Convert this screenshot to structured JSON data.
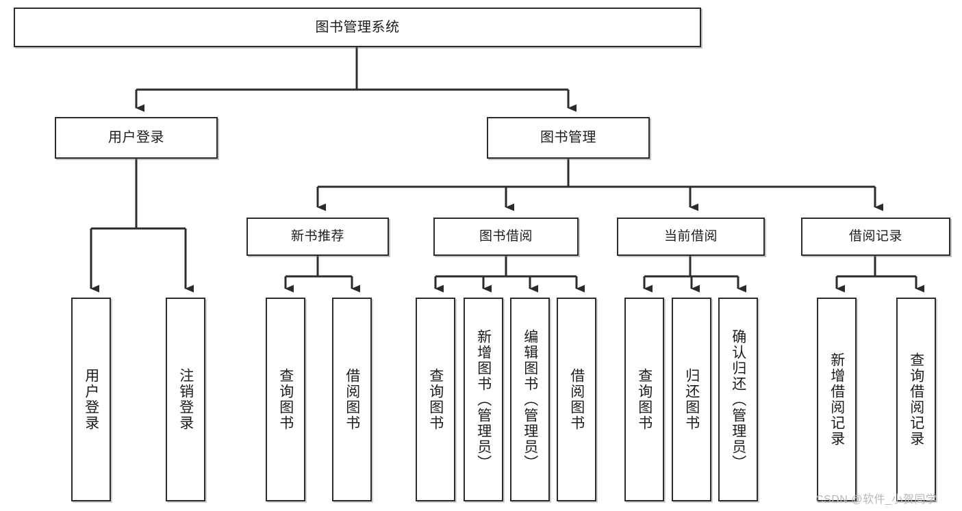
{
  "diagram": {
    "title": "图书管理系统",
    "root": {
      "label": "图书管理系统"
    },
    "level2": [
      {
        "label": "用户登录"
      },
      {
        "label": "图书管理"
      }
    ],
    "level3": [
      {
        "label": "新书推荐"
      },
      {
        "label": "图书借阅"
      },
      {
        "label": "当前借阅"
      },
      {
        "label": "借阅记录"
      }
    ],
    "leaves": {
      "user_login": [
        {
          "label": "用户登录"
        },
        {
          "label": "注销登录"
        }
      ],
      "new_book": [
        {
          "label": "查询图书"
        },
        {
          "label": "借阅图书"
        }
      ],
      "book_borrow": [
        {
          "label": "查询图书"
        },
        {
          "label": "新增图书（管理员）"
        },
        {
          "label": "编辑图书（管理员）"
        },
        {
          "label": "借阅图书"
        }
      ],
      "current_borrow": [
        {
          "label": "查询图书"
        },
        {
          "label": "归还图书"
        },
        {
          "label": "确认归还（管理员）"
        }
      ],
      "borrow_record": [
        {
          "label": "新增借阅记录"
        },
        {
          "label": "查询借阅记录"
        }
      ]
    }
  },
  "watermark": {
    "text": "CSDN @软件_小贺同学"
  },
  "colors": {
    "stroke": "#2b2b2b",
    "fill": "#ffffff",
    "text": "#1c1c1c",
    "watermark": "#b8b8b8"
  }
}
